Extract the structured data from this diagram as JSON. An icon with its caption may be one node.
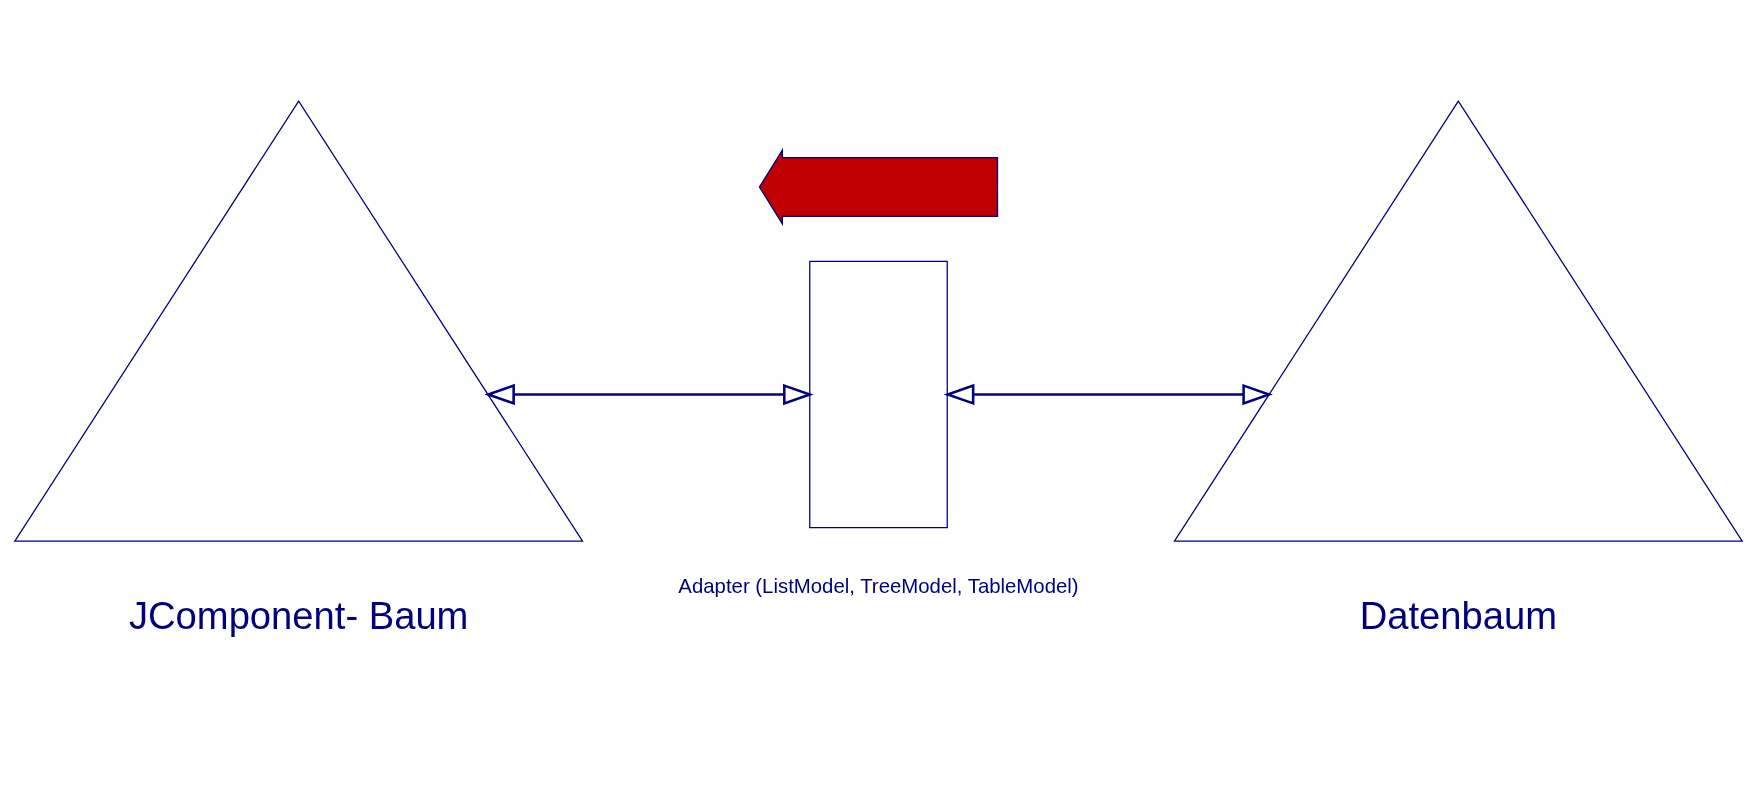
{
  "diagram": {
    "nodes": [
      {
        "text": [
          "JComponent- Baum"
        ]
      },
      {
        "text": [],
        "shape": "arrow"
      },
      {
        "text": [],
        "shape": "box",
        "beside": [
          "Adapter (ListModel, TreeModel, TableModel)"
        ]
      },
      {
        "text": [
          "Datenbaum"
        ]
      }
    ],
    "edges": [
      {
        "from": 0,
        "to": 2,
        "arrow": "both"
      },
      {
        "from": 2,
        "to": 3,
        "arrow": "both"
      }
    ]
  }
}
